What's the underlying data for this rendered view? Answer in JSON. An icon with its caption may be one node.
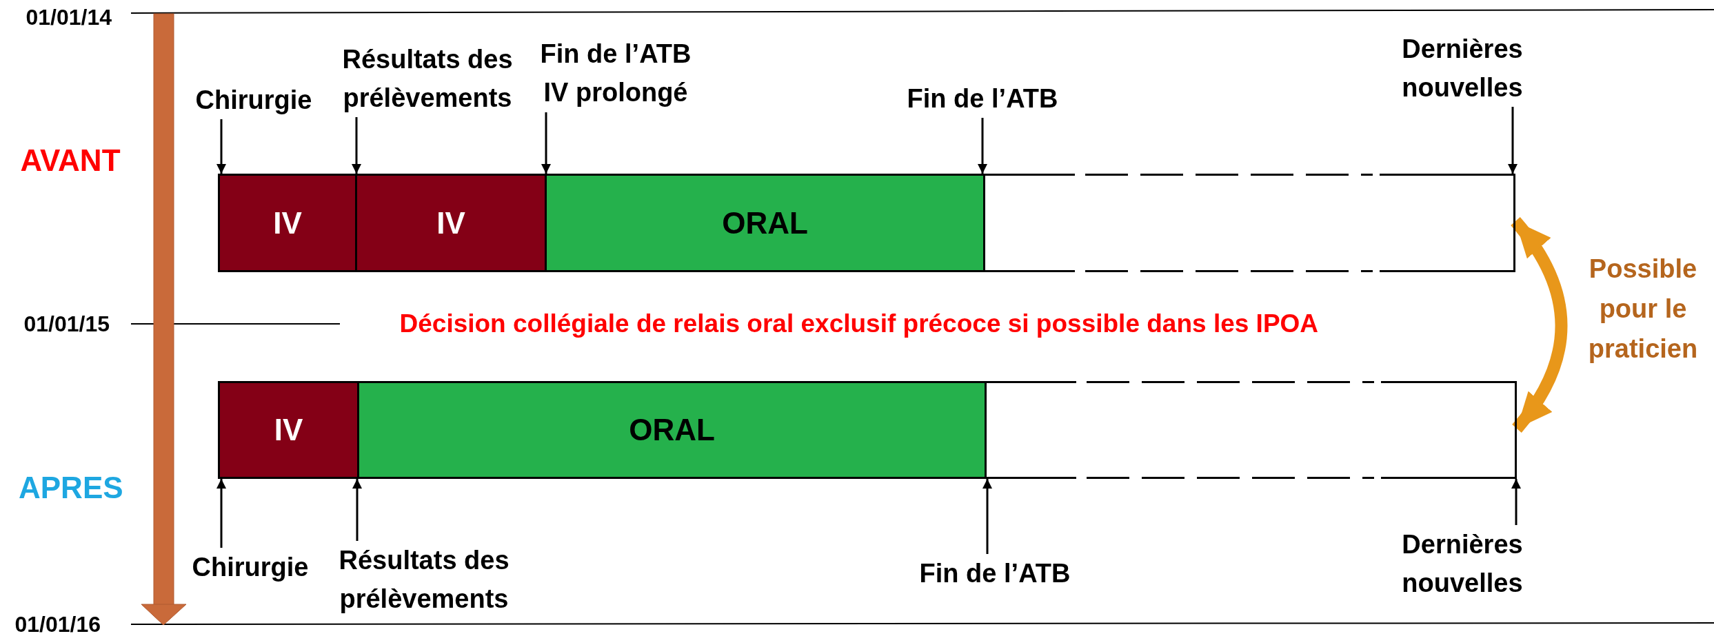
{
  "diagram": {
    "nodes": [
      {
        "text": [
          "Chirurgie"
        ]
      },
      {
        "text": [
          "Résultats des prélèvements"
        ]
      },
      {
        "text": [
          "Fin de l’ATB IV prolongé"
        ]
      },
      {
        "text": [
          "Fin de l’ATB"
        ]
      },
      {
        "text": [
          "Dernières nouvelles"
        ]
      },
      {
        "text": [
          "IV"
        ]
      },
      {
        "text": [
          "IV"
        ]
      },
      {
        "text": [
          "ORAL"
        ]
      },
      {
        "text": [],
        "shape": "box"
      },
      {
        "text": [
          "IV"
        ]
      },
      {
        "text": [
          "ORAL"
        ]
      },
      {
        "text": [],
        "shape": "box"
      },
      {
        "text": [
          "Chirurgie"
        ]
      },
      {
        "text": [
          "Résultats des prélèvements"
        ]
      },
      {
        "text": [
          "Fin de l’ATB"
        ]
      },
      {
        "text": [
          "Dernières nouvelles"
        ]
      }
    ],
    "edges": [
      {
        "from": 0,
        "to": 5,
        "arrow": "to"
      },
      {
        "from": 1,
        "to": 6,
        "arrow": "to"
      },
      {
        "from": 2,
        "to": 7,
        "arrow": "to"
      },
      {
        "from": 3,
        "to": 8,
        "arrow": "to"
      },
      {
        "from": 4,
        "to": 8,
        "arrow": "to"
      },
      {
        "from": 8,
        "to": 11,
        "arrow": "both",
        "label": "Possible pour le praticien",
        "style": "thick",
        "color": "#e8971a"
      },
      {
        "from": 12,
        "to": 9,
        "arrow": "to"
      },
      {
        "from": 13,
        "to": 10,
        "arrow": "to"
      },
      {
        "from": 14,
        "to": 11,
        "arrow": "to"
      },
      {
        "from": 15,
        "to": 11,
        "arrow": "to"
      }
    ],
    "labels": [
      "01/01/14",
      "AVANT",
      "01/01/15",
      "Décision collégiale de relais oral exclusif précoce si possible dans les IPOA",
      "APRES",
      "01/01/16"
    ]
  }
}
